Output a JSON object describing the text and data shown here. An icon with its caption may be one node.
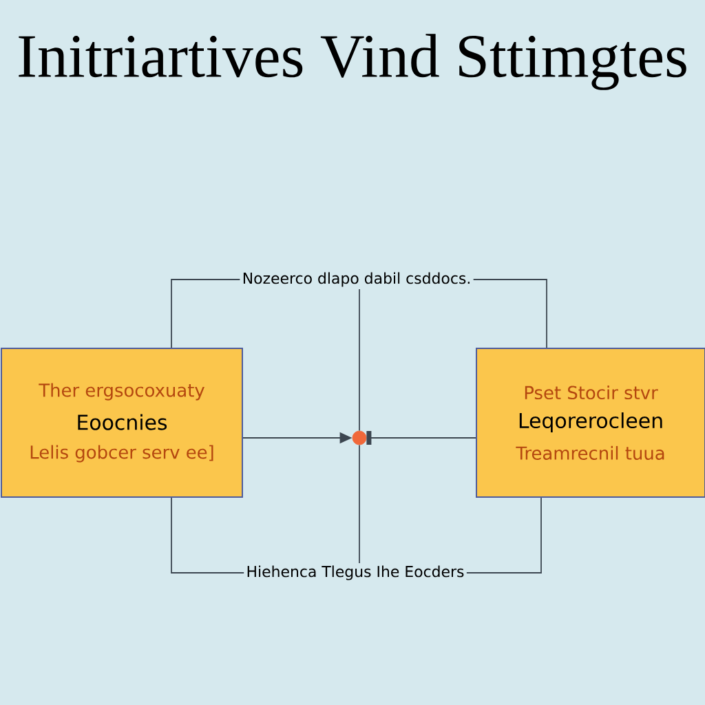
{
  "diagram": {
    "title": "Initriartives Vind Sttimgtes",
    "nodes": [
      {
        "text": [
          "Ther ergsocoxuaty",
          "Eoocnies",
          "Lelis gobcer serv ee]"
        ]
      },
      {
        "text": [
          "Pset Stocir stvr",
          "Leqorerocleen",
          "Treamrecnil tuua"
        ]
      },
      {
        "text": [
          "Nozeerco dlapo dabil csddocs."
        ]
      },
      {
        "text": [
          "Hiehenca Tlegus Ihe Eocders"
        ]
      },
      {
        "text": [],
        "shape": "circle"
      }
    ],
    "edges": [
      {
        "from": 0,
        "to": 2,
        "arrow": "none"
      },
      {
        "from": 2,
        "to": 1,
        "arrow": "none"
      },
      {
        "from": 0,
        "to": 3,
        "arrow": "none"
      },
      {
        "from": 3,
        "to": 1,
        "arrow": "none"
      },
      {
        "from": 0,
        "to": 4,
        "arrow": "to"
      },
      {
        "from": 1,
        "to": 4,
        "arrow": "other"
      },
      {
        "from": 2,
        "to": 4,
        "arrow": "none"
      },
      {
        "from": 4,
        "to": 3,
        "arrow": "none"
      }
    ]
  }
}
